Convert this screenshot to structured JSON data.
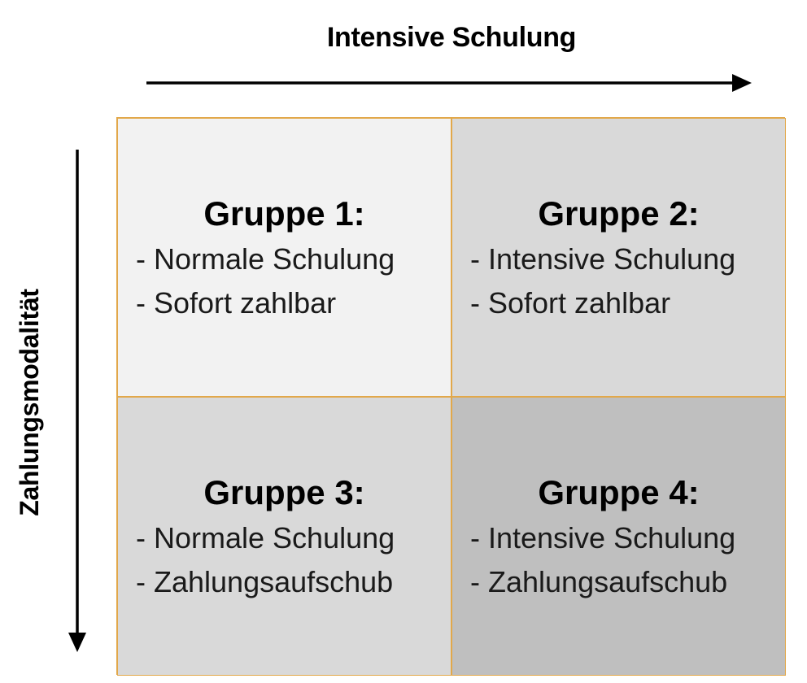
{
  "x_axis": {
    "label": "Intensive Schulung"
  },
  "y_axis": {
    "label": "Zahlungsmodalität"
  },
  "groups": [
    {
      "title": "Gruppe 1:",
      "line1": "- Normale Schulung",
      "line2": "- Sofort zahlbar",
      "fill": "#f2f2f2"
    },
    {
      "title": "Gruppe 2:",
      "line1": "- Intensive Schulung",
      "line2": "- Sofort zahlbar",
      "fill": "#d9d9d9"
    },
    {
      "title": "Gruppe 3:",
      "line1": "- Normale Schulung",
      "line2": "- Zahlungsaufschub",
      "fill": "#d9d9d9"
    },
    {
      "title": "Gruppe 4:",
      "line1": "- Intensive Schulung",
      "line2": "- Zahlungsaufschub",
      "fill": "#bfbfbf"
    }
  ],
  "colors": {
    "cell_border": "#e2a84a",
    "arrow": "#000000"
  }
}
